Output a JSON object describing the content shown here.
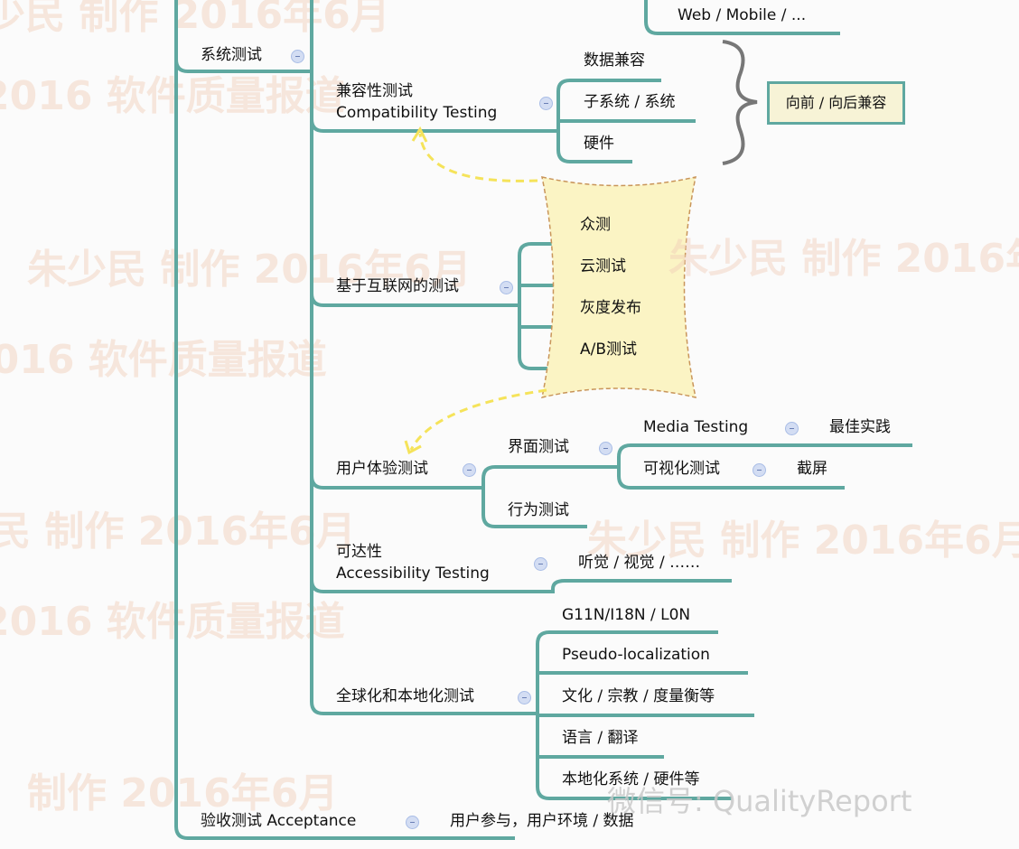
{
  "watermarks": [
    "朱少民 制作 2016年6月",
    "2016 软件质量报道",
    "朱少民 制作 2016年6月",
    "2016 软件质量报道",
    "民 制作 2016年6月",
    "朱少民 制作 2016年6月",
    "2016 软件质量报道",
    "制作 2016年6月",
    "朱少民 制作 2016年"
  ],
  "weixin_watermark": "微信号: QualityReport",
  "nodes": {
    "system_testing": "系统测试",
    "web_mobile": "Web / Mobile / ...",
    "compat_cn": "兼容性测试",
    "compat_en": "Compatibility Testing",
    "compat_children": [
      "数据兼容",
      "子系统 / 系统",
      "硬件"
    ],
    "compat_summary": "向前 / 向后兼容",
    "internet": "基于互联网的测试",
    "internet_children": [
      "众测",
      "云测试",
      "灰度发布",
      "A/B测试"
    ],
    "ux": "用户体验测试",
    "ui_testing": "界面测试",
    "media_testing": "Media Testing",
    "best_practice": "最佳实践",
    "visual_testing": "可视化测试",
    "screenshot": "截屏",
    "behavior_testing": "行为测试",
    "access_cn": "可达性",
    "access_en": "Accessibility Testing",
    "access_child": "听觉 / 视觉 / ……",
    "global": "全球化和本地化测试",
    "global_children": [
      "G11N/I18N / L0N",
      "Pseudo-localization",
      "文化 / 宗教 / 度量衡等",
      "语言 / 翻译",
      "本地化系统 / 硬件等"
    ],
    "acceptance": "验收测试 Acceptance",
    "acceptance_child": "用户参与，用户环境 / 数据"
  },
  "colors": {
    "line": "#5fa8a0",
    "relation": "#f5e35a",
    "cloud_fill": "#fbf4c4",
    "cloud_border": "#c9955a"
  }
}
